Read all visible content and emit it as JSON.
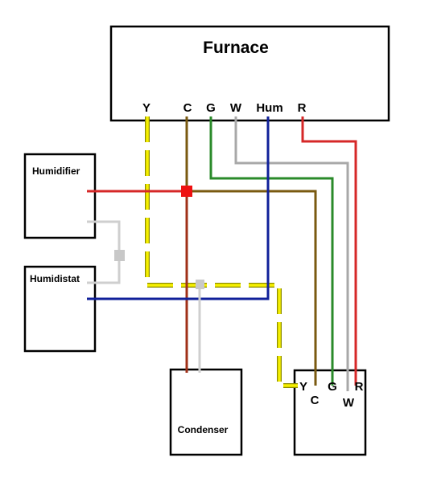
{
  "furnace": {
    "title": "Furnace",
    "terminals": {
      "y": "Y",
      "c": "C",
      "g": "G",
      "w": "W",
      "hum": "Hum",
      "r": "R"
    }
  },
  "humidifier": {
    "label": "Humidifier"
  },
  "humidistat": {
    "label": "Humidistat"
  },
  "condenser": {
    "label": "Condenser"
  },
  "thermostat": {
    "terminals": {
      "y": "Y",
      "c": "C",
      "g": "G",
      "w": "W",
      "r": "R"
    }
  },
  "wire_colors": {
    "red": "#d62828",
    "brown": "#7a5a10",
    "green": "#2a8a2a",
    "gray": "#a8a8a8",
    "blue": "#10209a",
    "yellow": "#f6f000",
    "light_gray": "#cfcfcf"
  }
}
